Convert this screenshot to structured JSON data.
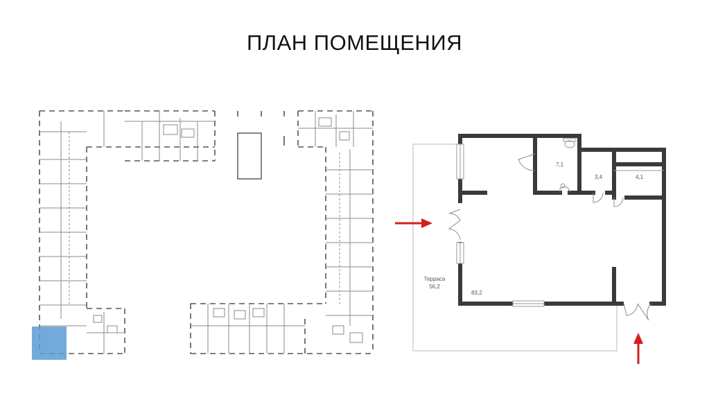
{
  "title": "ПЛАН ПОМЕЩЕНИЯ",
  "colors": {
    "wall": "#3a3a3c",
    "thin_line": "#b8b8b8",
    "highlight": "#5b9bd5",
    "arrow": "#d21f1f",
    "text": "#111111"
  },
  "rooms": {
    "terrace_name": "Терраса",
    "terrace_area": "56,2",
    "main_area": "83,2",
    "room_1": "7,1",
    "room_2": "3,4",
    "room_3": "4,1"
  }
}
